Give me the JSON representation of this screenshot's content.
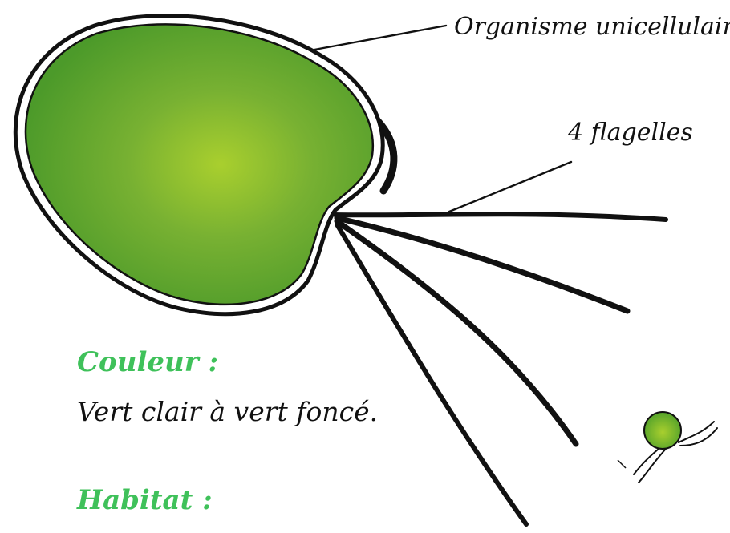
{
  "labels": {
    "organism": "Organisme unicellulaire",
    "flagella": "4 flagelles"
  },
  "sections": {
    "color_heading": "Couleur :",
    "color_text": "Vert clair à vert foncé.",
    "habitat_heading": "Habitat :"
  },
  "colors": {
    "heading": "#3fc15a",
    "cell_dark": "#4c9a2a",
    "cell_light": "#a9cf2e",
    "outline": "#111111"
  }
}
